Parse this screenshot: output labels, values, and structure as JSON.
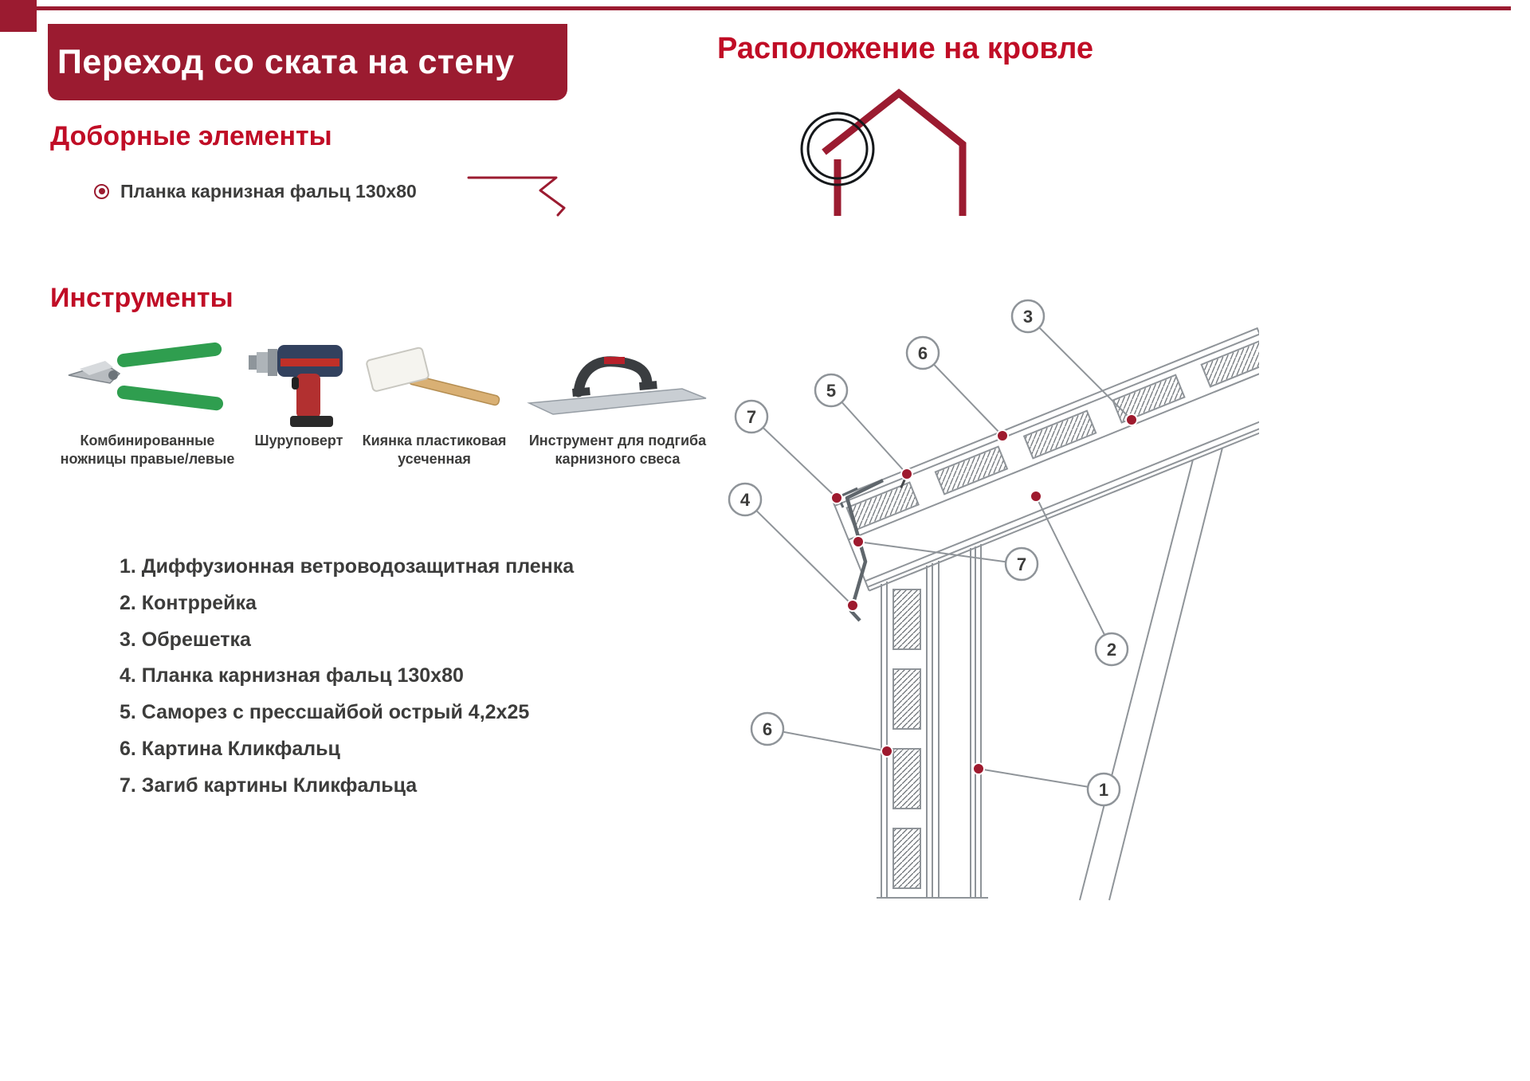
{
  "header": {
    "title": "Переход со ската на стену",
    "location_title": "Расположение на кровле"
  },
  "elements_section": {
    "heading": "Доборные элементы",
    "items": [
      {
        "label": "Планка карнизная фальц 130x80",
        "icon": "eaves-flashing-profile-icon"
      }
    ]
  },
  "tools_section": {
    "heading": "Инструменты",
    "tools": [
      {
        "name": "Комбинированные ножницы правые/левые",
        "icon": "snips-icon"
      },
      {
        "name": "Шуруповерт",
        "icon": "drill-icon"
      },
      {
        "name": "Киянка пластиковая усеченная",
        "icon": "mallet-icon"
      },
      {
        "name": "Инструмент для подгиба карнизного свеса",
        "icon": "hem-bender-icon"
      }
    ]
  },
  "legend": {
    "items": [
      "1. Диффузионная ветроводозащитная пленка",
      "2. Контррейка",
      "3. Обрешетка",
      "4. Планка карнизная фальц 130x80",
      "5. Саморез с прессшайбой острый 4,2x25",
      "6. Картина Кликфальц",
      "7. Загиб картины Кликфальца"
    ]
  },
  "diagram": {
    "callouts": [
      "3",
      "6",
      "5",
      "7",
      "4",
      "7",
      "2",
      "6",
      "1"
    ]
  },
  "colors": {
    "banner_maroon": "#9B1B30",
    "heading_red": "#C00D26",
    "body_text": "#3C3C3B",
    "diagram_line": "#8F9499",
    "marker_dot": "#9E1A2E"
  }
}
